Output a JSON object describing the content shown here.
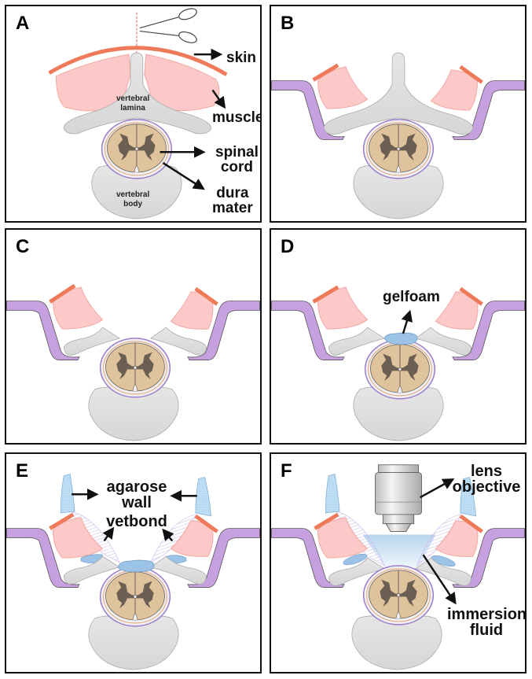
{
  "figure": {
    "panels": [
      {
        "id": "A",
        "label": "A",
        "step": "skin incision"
      },
      {
        "id": "B",
        "label": "B",
        "step": "muscle retraction"
      },
      {
        "id": "C",
        "label": "C",
        "step": "laminectomy"
      },
      {
        "id": "D",
        "label": "D",
        "step": "gelfoam placement"
      },
      {
        "id": "E",
        "label": "E",
        "step": "agarose wall and vetbond"
      },
      {
        "id": "F",
        "label": "F",
        "step": "imaging with objective"
      }
    ],
    "annotations": {
      "skin": "skin",
      "muscle": "muscle",
      "spinal_cord_1": "spinal",
      "spinal_cord_2": "cord",
      "dura_1": "dura",
      "dura_2": "mater",
      "lamina_1": "vertebral",
      "lamina_2": "lamina",
      "body_1": "vertebral",
      "body_2": "body",
      "gelfoam": "gelfoam",
      "agarose_1": "agarose",
      "agarose_2": "wall",
      "vetbond": "vetbond",
      "lens_1": "lens",
      "lens_2": "objective",
      "immersion_1": "immersion",
      "immersion_2": "fluid"
    },
    "colors": {
      "skin": "#ee7a5a",
      "muscle": "#fcc8c8",
      "bone": "#dcdcdc",
      "cord_white": "#dfc39c",
      "cord_gray": "#6b5e52",
      "dura": "#9b7bc8",
      "retractor": "#c7a0e0",
      "gelfoam": "#9cc3e6",
      "agarose": "#aed3f0",
      "fluid": "#cfe3f3"
    }
  }
}
